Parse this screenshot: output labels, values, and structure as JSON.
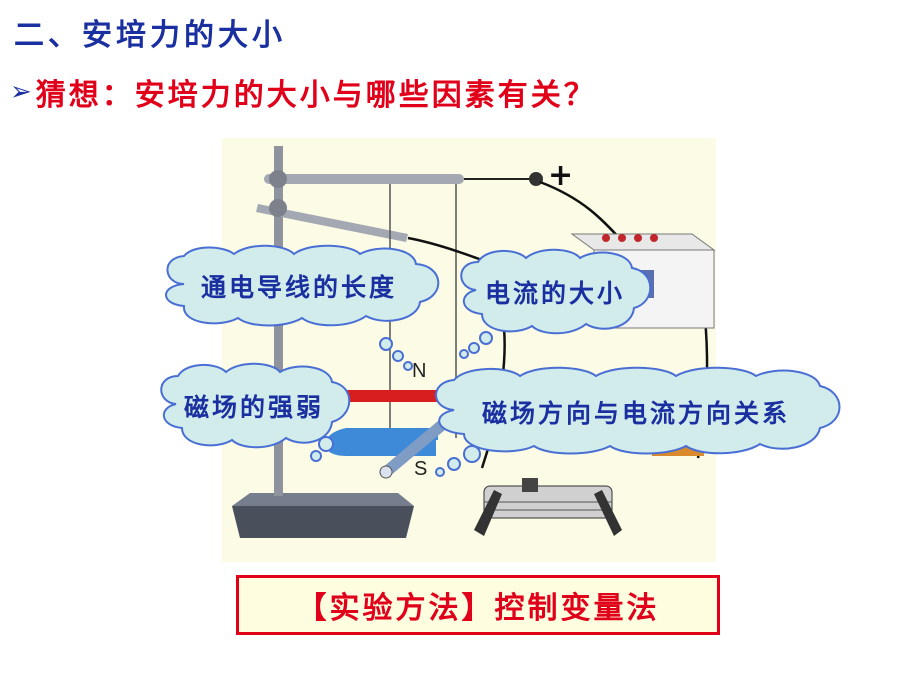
{
  "slide": {
    "heading": "二、安培力的大小",
    "guess": "猜想：安培力的大小与哪些因素有关？",
    "bullet_icon": "arrow-bullet-icon"
  },
  "diagram": {
    "plus_sign": "+",
    "pole_n": "N",
    "pole_s": "S",
    "clouds": {
      "length": "通电导线的长度",
      "current": "电流的大小",
      "field": "磁场的强弱",
      "direction": "磁场方向与电流方向关系"
    }
  },
  "method": {
    "text": "【实验方法】控制变量法"
  },
  "colors": {
    "heading": "#1a2fa0",
    "accent": "#e0001a",
    "cloud_fill": "#d2ecec",
    "figure_bg": "#fbfbe6"
  }
}
